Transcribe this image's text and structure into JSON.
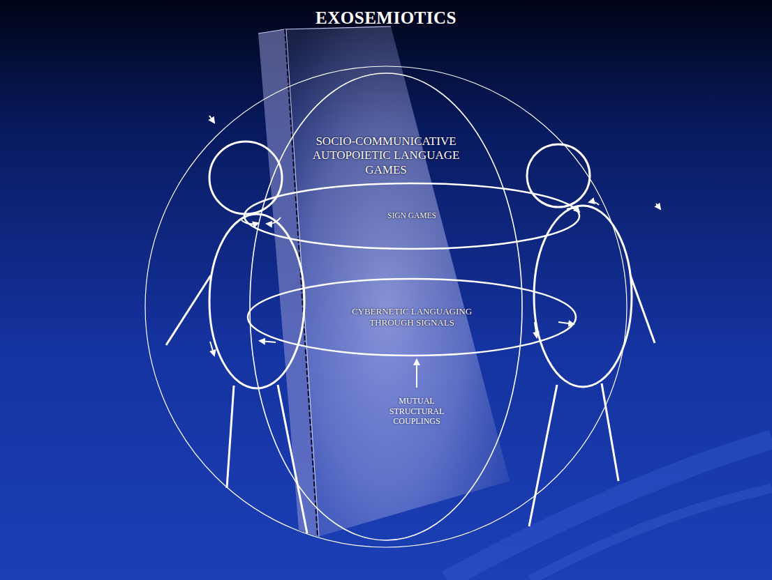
{
  "diagram": {
    "title": "EXOSEMIOTICS",
    "nodes": [
      {
        "text": [
          "SOCIO-COMMUNICATIVE AUTOPOIETIC LANGUAGE GAMES"
        ]
      },
      {
        "text": [
          "SIGN GAMES"
        ]
      },
      {
        "text": [
          "CYBERNETIC LANGUAGING THROUGH SIGNALS"
        ]
      }
    ],
    "labels": [
      "MUTUAL STRUCTURAL COUPLINGS"
    ]
  }
}
